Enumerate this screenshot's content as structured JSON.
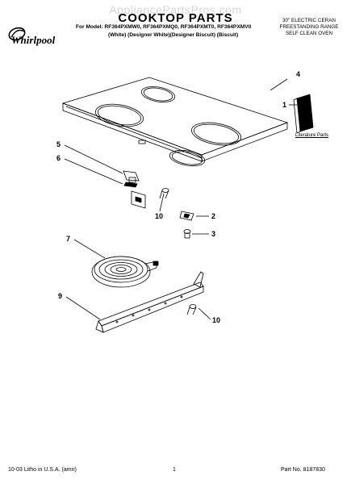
{
  "watermark": "AppliancePartsPros.com",
  "brand": "Whirlpool",
  "title": "COOKTOP PARTS",
  "models_line": "For Model: RF364PXMW0, RF364PXMQ0, RF364PXMT0, RF364PXMV0",
  "variants_line": "(White)  (Designer White)(Designer Biscuit)  (Biscuit)",
  "oven_desc": [
    "30\" ELECTRIC CERAN",
    "FREESTANDING RANGE",
    "SELF CLEAN OVEN"
  ],
  "literature_label": "Literature Parts",
  "callouts": {
    "c1": "1",
    "c2": "2",
    "c3": "3",
    "c4": "4",
    "c5": "5",
    "c6": "6",
    "c7": "7",
    "c9": "9",
    "c10a": "10",
    "c10b": "10"
  },
  "footer": {
    "left": "10-03 Litho in U.S.A. (amn)",
    "center": "1",
    "right": "Part No. 8187830"
  }
}
